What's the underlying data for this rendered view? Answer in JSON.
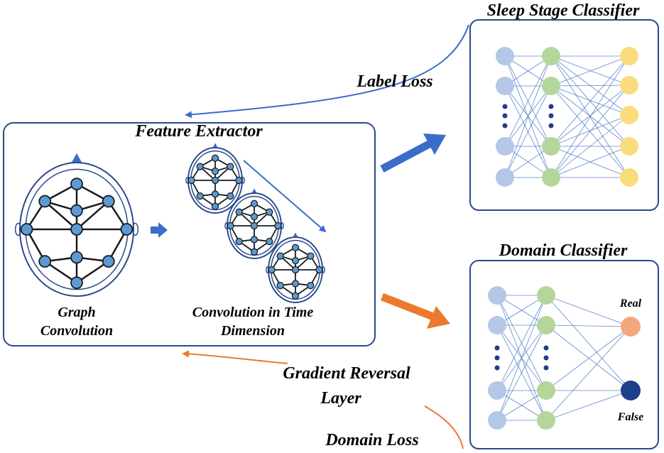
{
  "labels": {
    "sleep_stage_classifier": "Sleep Stage Classifier",
    "label_loss": "Label Loss",
    "feature_extractor": "Feature Extractor",
    "graph_convolution_line1": "Graph",
    "graph_convolution_line2": "Convolution",
    "time_convolution_line1": "Convolution in Time",
    "time_convolution_line2": "Dimension",
    "domain_classifier": "Domain Classifier",
    "real": "Real",
    "false": "False",
    "gradient_reversal_line1": "Gradient Reversal",
    "gradient_reversal_line2": "Layer",
    "domain_loss": "Domain Loss"
  },
  "colors": {
    "frame": "#2b4a8b",
    "blue_arrow": "#3c6cc9",
    "orange_arrow": "#ec7a2e",
    "node_blue": "#5b9bd5",
    "node_dark": "#1a1a1a",
    "nn_layer1": "#b4c7e7",
    "nn_layer2": "#b5d69a",
    "nn_layer3": "#fbdc7c",
    "nn_edge": "#4472c4",
    "real_node": "#f4a77e",
    "false_node": "#1f3f8a",
    "dots": "#1f3f8a"
  },
  "icons": {
    "arrow_right": "arrow-right-icon",
    "head_graph": "eeg-head-graph-icon"
  }
}
